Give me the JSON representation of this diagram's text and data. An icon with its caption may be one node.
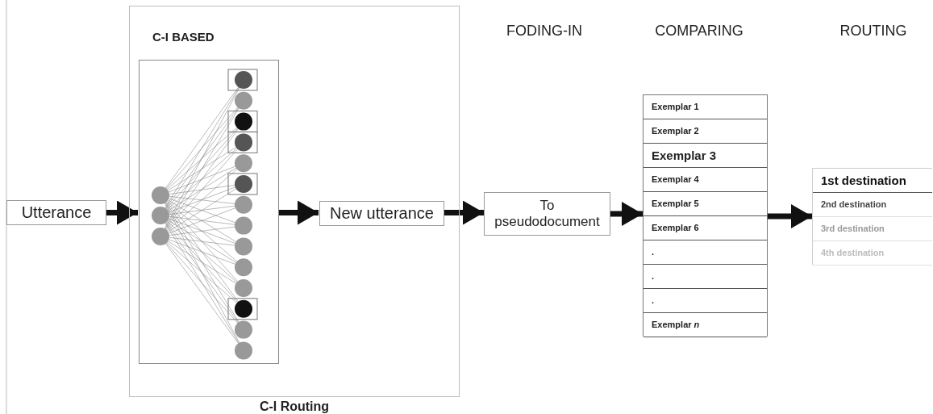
{
  "diagram": {
    "nodes": [
      {
        "text": [
          "C-I Routing"
        ]
      },
      {
        "text": [
          "C-I BASED"
        ],
        "in": 0
      },
      {
        "text": [
          "Utterance"
        ]
      },
      {
        "text": [
          "New utterance"
        ],
        "in": 0
      },
      {
        "text": [
          "To pseudodocument"
        ]
      },
      {
        "text": [
          "Exemplar 1",
          "Exemplar 2",
          "Exemplar 3",
          "Exemplar 4",
          "Exemplar 5",
          "Exemplar 6",
          ".",
          ".",
          ".",
          "Exemplar *n*"
        ]
      },
      {
        "text": [
          "1st destination",
          "2nd destination",
          "3rd destination",
          "4th destination"
        ]
      }
    ],
    "edges": [
      {
        "from": 2,
        "to": 1,
        "arrow": "to"
      },
      {
        "from": 1,
        "to": 3,
        "arrow": "to"
      },
      {
        "from": 3,
        "to": 4,
        "arrow": "to"
      },
      {
        "from": 4,
        "to": 5,
        "arrow": "to"
      },
      {
        "from": 5,
        "to": 6,
        "arrow": "to"
      }
    ],
    "labels": [
      "FODING-IN",
      "COMPARING",
      "ROUTING"
    ]
  }
}
